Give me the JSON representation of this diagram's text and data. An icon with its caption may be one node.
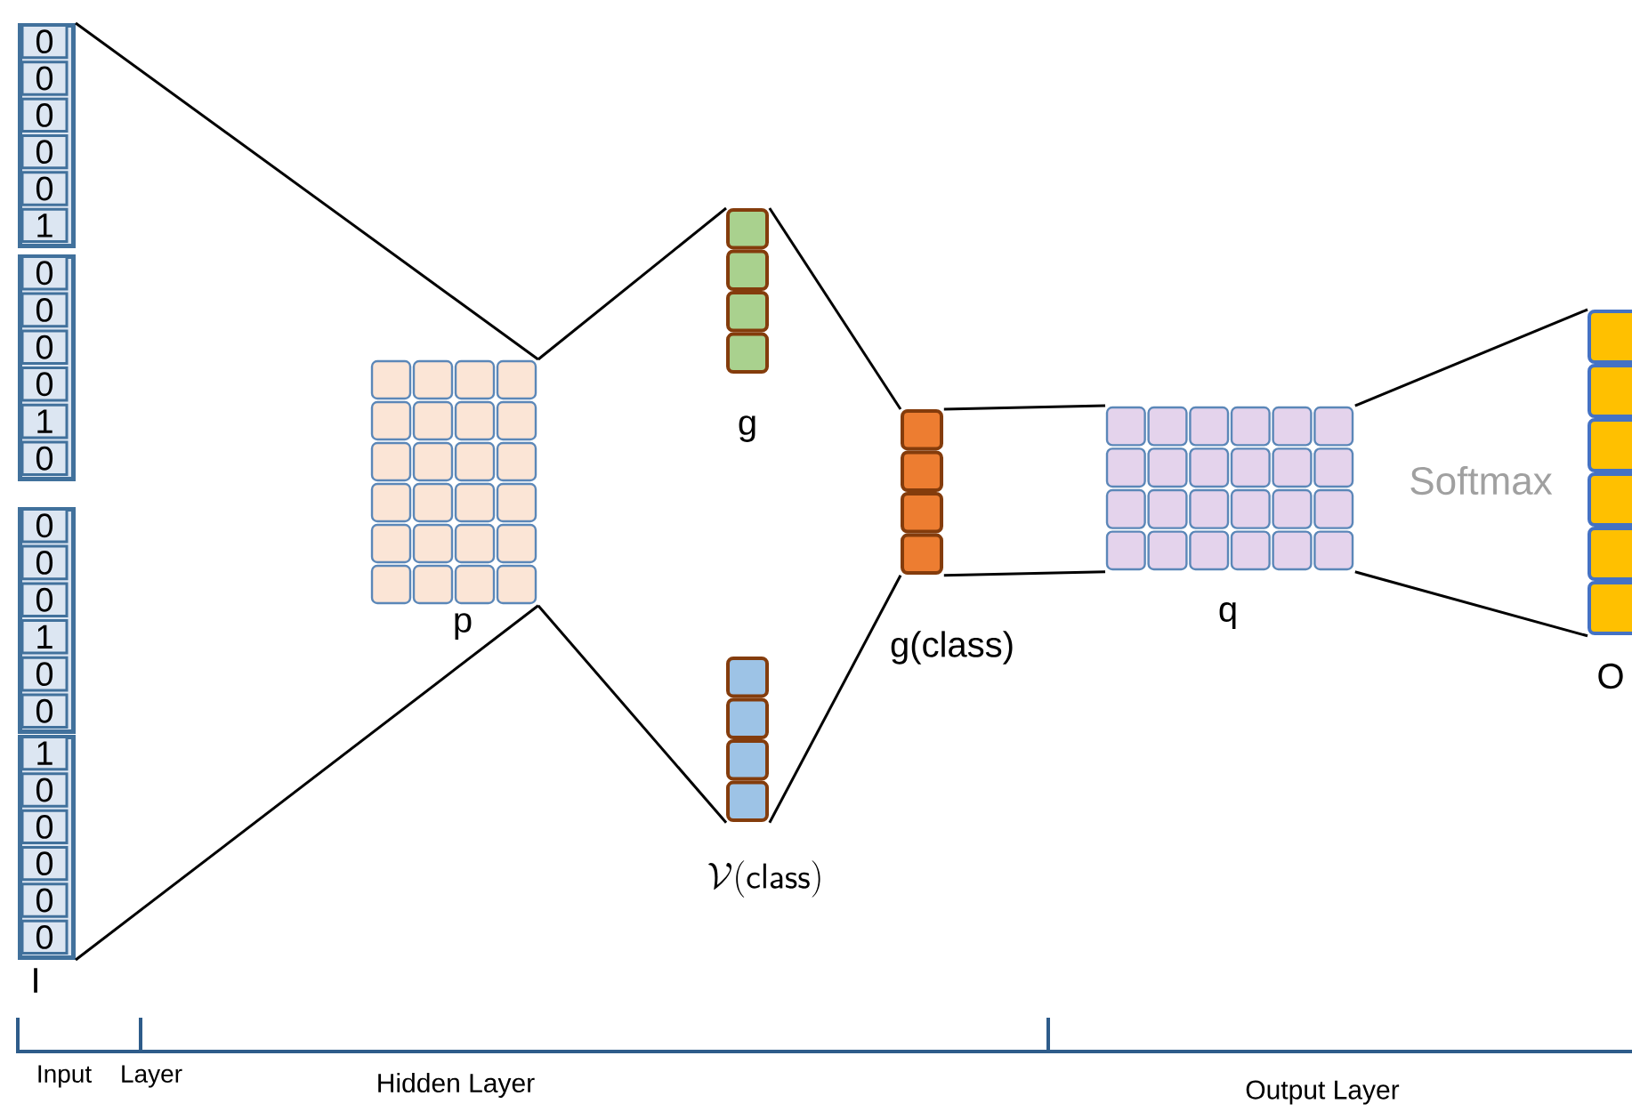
{
  "diagram": {
    "nodes": [
      {
        "text": [],
        "shape": "bar"
      },
      {
        "text": [
          "0"
        ],
        "in": 0
      },
      {
        "text": [
          "0"
        ],
        "in": 0
      },
      {
        "text": [
          "0"
        ],
        "in": 0
      },
      {
        "text": [
          "0"
        ],
        "in": 0
      },
      {
        "text": [
          "0"
        ],
        "in": 0
      },
      {
        "text": [
          "1"
        ],
        "in": 0
      },
      {
        "text": [],
        "shape": "bar"
      },
      {
        "text": [
          "0"
        ],
        "in": 7
      },
      {
        "text": [
          "0"
        ],
        "in": 7
      },
      {
        "text": [
          "0"
        ],
        "in": 7
      },
      {
        "text": [
          "0"
        ],
        "in": 7
      },
      {
        "text": [
          "1"
        ],
        "in": 7
      },
      {
        "text": [
          "0"
        ],
        "in": 7
      },
      {
        "text": [],
        "shape": "bar"
      },
      {
        "text": [
          "0"
        ],
        "in": 14
      },
      {
        "text": [
          "0"
        ],
        "in": 14
      },
      {
        "text": [
          "0"
        ],
        "in": 14
      },
      {
        "text": [
          "1"
        ],
        "in": 14
      },
      {
        "text": [
          "0"
        ],
        "in": 14
      },
      {
        "text": [
          "0"
        ],
        "in": 14
      },
      {
        "text": [],
        "shape": "bar",
        "beside": [
          "I"
        ]
      },
      {
        "text": [
          "1"
        ],
        "in": 21
      },
      {
        "text": [
          "0"
        ],
        "in": 21
      },
      {
        "text": [
          "0"
        ],
        "in": 21
      },
      {
        "text": [
          "0"
        ],
        "in": 21
      },
      {
        "text": [
          "0"
        ],
        "in": 21
      },
      {
        "text": [
          "0"
        ],
        "in": 21
      },
      {
        "text": [],
        "shape": "grid",
        "beside": [
          "p"
        ]
      },
      {
        "text": [],
        "shape": "bar",
        "beside": [
          "g"
        ]
      },
      {
        "text": [],
        "shape": "bar",
        "beside": [
          "\\mathcal{V}(\\mathsf{class})"
        ]
      },
      {
        "text": [],
        "shape": "bar",
        "beside": [
          "g(class)"
        ]
      },
      {
        "text": [],
        "shape": "grid",
        "beside": [
          "q"
        ]
      },
      {
        "text": [],
        "shape": "bar",
        "beside": [
          "O"
        ]
      }
    ],
    "edges": [
      {
        "from": 0,
        "to": 28,
        "arrow": "none"
      },
      {
        "from": 21,
        "to": 28,
        "arrow": "none"
      },
      {
        "from": 28,
        "to": 29,
        "arrow": "none"
      },
      {
        "from": 28,
        "to": 30,
        "arrow": "none"
      },
      {
        "from": 29,
        "to": 31,
        "arrow": "none"
      },
      {
        "from": 30,
        "to": 31,
        "arrow": "none"
      },
      {
        "from": 31,
        "to": 32,
        "arrow": "none"
      },
      {
        "from": 31,
        "to": 32,
        "arrow": "none"
      },
      {
        "from": 32,
        "to": 33,
        "arrow": "none"
      },
      {
        "from": 32,
        "to": 33,
        "arrow": "none"
      }
    ],
    "labels": [
      "Softmax",
      "Input",
      "Layer",
      "Hidden Layer",
      "Output Layer"
    ]
  }
}
